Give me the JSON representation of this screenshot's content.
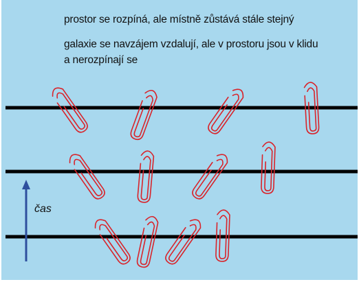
{
  "captions": {
    "line1": "prostor se rozpíná, ale místně zůstává stále stejný",
    "line2": "galaxie se navzájem vzdalují, ale v prostoru jsou v klidu",
    "line3": "a nerozpínají se"
  },
  "time_axis": {
    "label": "čas"
  },
  "timelines": 3,
  "paperclips": [
    {
      "row": "top",
      "rotation_deg": -35
    },
    {
      "row": "top",
      "rotation_deg": 20
    },
    {
      "row": "top",
      "rotation_deg": 35
    },
    {
      "row": "top",
      "rotation_deg": -3
    },
    {
      "row": "middle",
      "rotation_deg": -35
    },
    {
      "row": "middle",
      "rotation_deg": 5
    },
    {
      "row": "middle",
      "rotation_deg": 35
    },
    {
      "row": "middle",
      "rotation_deg": 2
    },
    {
      "row": "bottom",
      "rotation_deg": -35
    },
    {
      "row": "bottom",
      "rotation_deg": 12
    },
    {
      "row": "bottom",
      "rotation_deg": 35
    },
    {
      "row": "bottom",
      "rotation_deg": 2
    }
  ],
  "colors": {
    "background": "#a8d8ee",
    "line": "#000000",
    "clip": "#d9232a",
    "arrow": "#2e4f9e"
  }
}
